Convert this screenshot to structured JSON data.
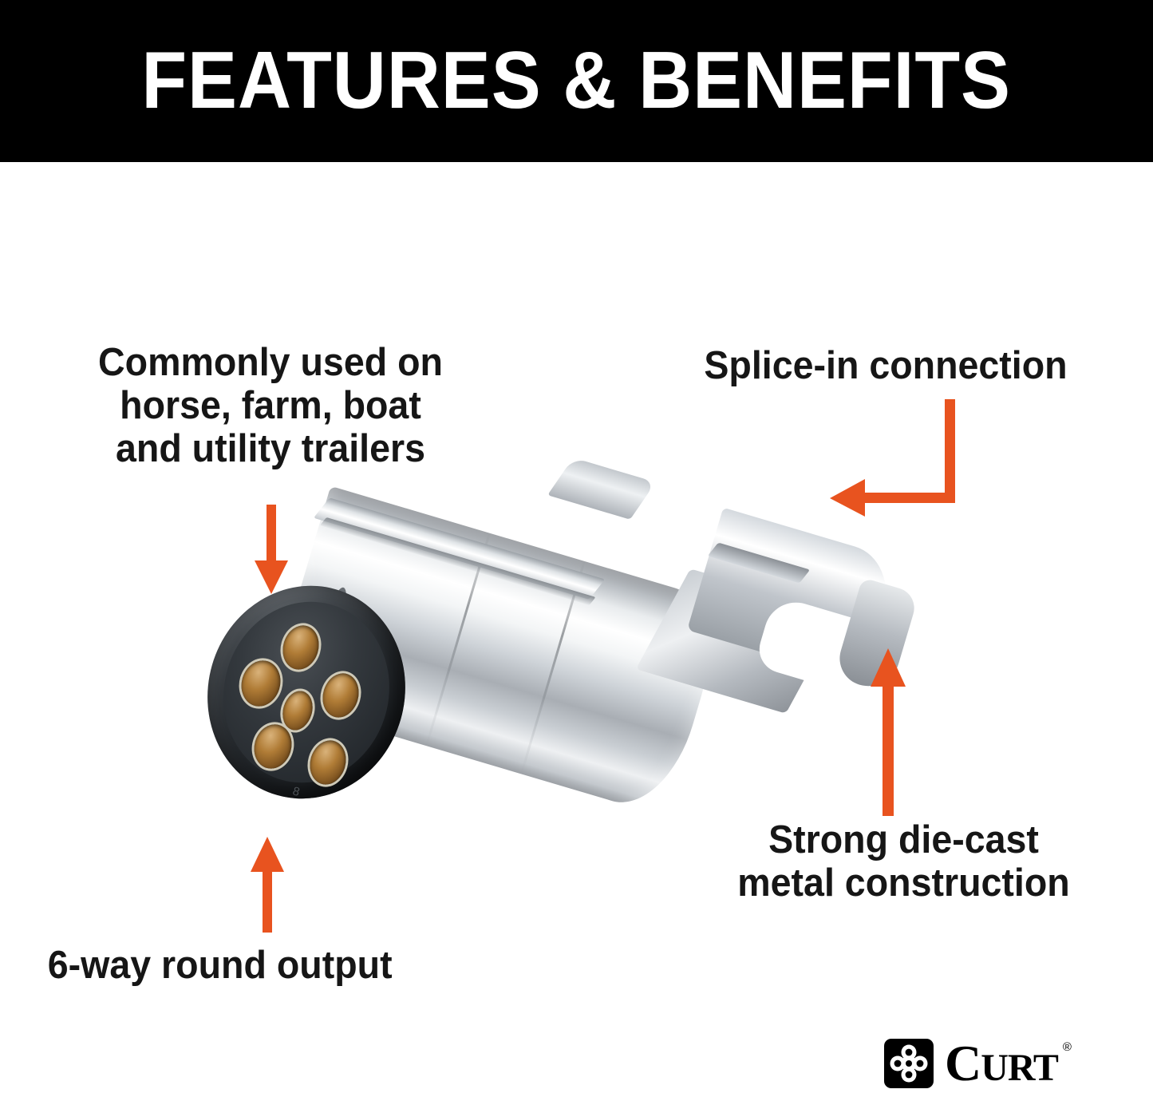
{
  "header": {
    "title": "FEATURES & BENEFITS",
    "background_color": "#000000",
    "text_color": "#FFFFFF"
  },
  "theme": {
    "accent_orange": "#E8531F",
    "text_color": "#161616",
    "page_background": "#FFFFFF"
  },
  "callouts": [
    {
      "id": "usage",
      "text": "Commonly used on\nhorse, farm, boat\nand utility trailers",
      "arrow": "arrow-down-icon",
      "position": "top-left"
    },
    {
      "id": "splice",
      "text": "Splice-in connection",
      "arrow": "arrow-elbow-left-icon",
      "position": "top-right"
    },
    {
      "id": "diecast",
      "text": "Strong die-cast\nmetal construction",
      "arrow": "arrow-up-icon",
      "position": "bottom-right"
    },
    {
      "id": "output",
      "text": "6-way round output",
      "arrow": "arrow-up-icon",
      "position": "bottom-left"
    }
  ],
  "product": {
    "name": "6-way round trailer connector",
    "pin_count": 6,
    "face_mark": "8",
    "body_finish": "chrome / die-cast metal",
    "face_finish": "black molded plastic",
    "pin_finish": "brass"
  },
  "logo": {
    "badge_icon": "curt-clover-badge-icon",
    "wordmark_c": "C",
    "wordmark_urt": "URT",
    "registered": "®"
  }
}
